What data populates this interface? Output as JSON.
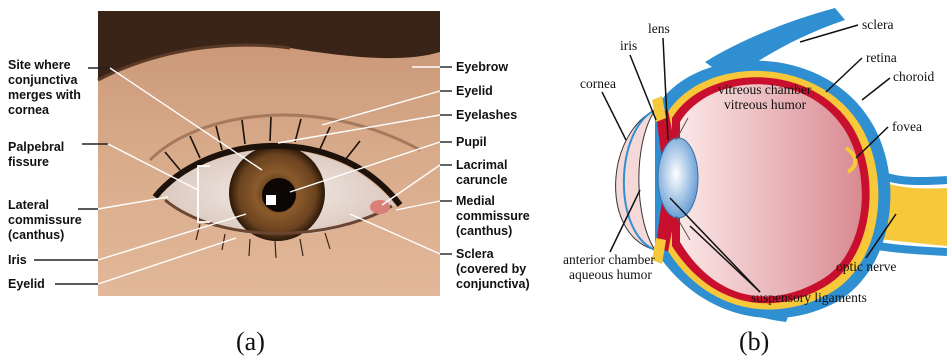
{
  "panel_a": {
    "caption": "(a)",
    "labels": {
      "site_where": [
        "Site where",
        "conjunctiva",
        "merges with",
        "cornea"
      ],
      "palpebral": [
        "Palpebral",
        "fissure"
      ],
      "lateral": [
        "Lateral",
        "commissure",
        "(canthus)"
      ],
      "iris": "Iris",
      "eyelid_lower": "Eyelid",
      "eyebrow": "Eyebrow",
      "eyelid_upper": "Eyelid",
      "eyelashes": "Eyelashes",
      "pupil": "Pupil",
      "lacrimal": [
        "Lacrimal",
        "caruncle"
      ],
      "medial": [
        "Medial",
        "commissure",
        "(canthus)"
      ],
      "sclera": [
        "Sclera",
        "(covered by",
        "conjunctiva)"
      ]
    }
  },
  "panel_b": {
    "caption": "(b)",
    "labels": {
      "lens": "lens",
      "iris": "iris",
      "cornea": "cornea",
      "sclera": "sclera",
      "retina": "retina",
      "choroid": "choroid",
      "fovea": "fovea",
      "vitreous": [
        "vitreous chamber",
        "vitreous humor"
      ],
      "anterior": [
        "anterior chamber",
        "aqueous humor"
      ],
      "optic_nerve": "optic nerve",
      "suspensory": "suspensory ligaments"
    }
  },
  "colors": {
    "sclera_blue": "#2f8fd0",
    "retina_red": "#c8102e",
    "choroid_yellow": "#f6c83a",
    "vitreous_pink": "#e8a5aa",
    "lens_blue": "#6fa6d8"
  }
}
